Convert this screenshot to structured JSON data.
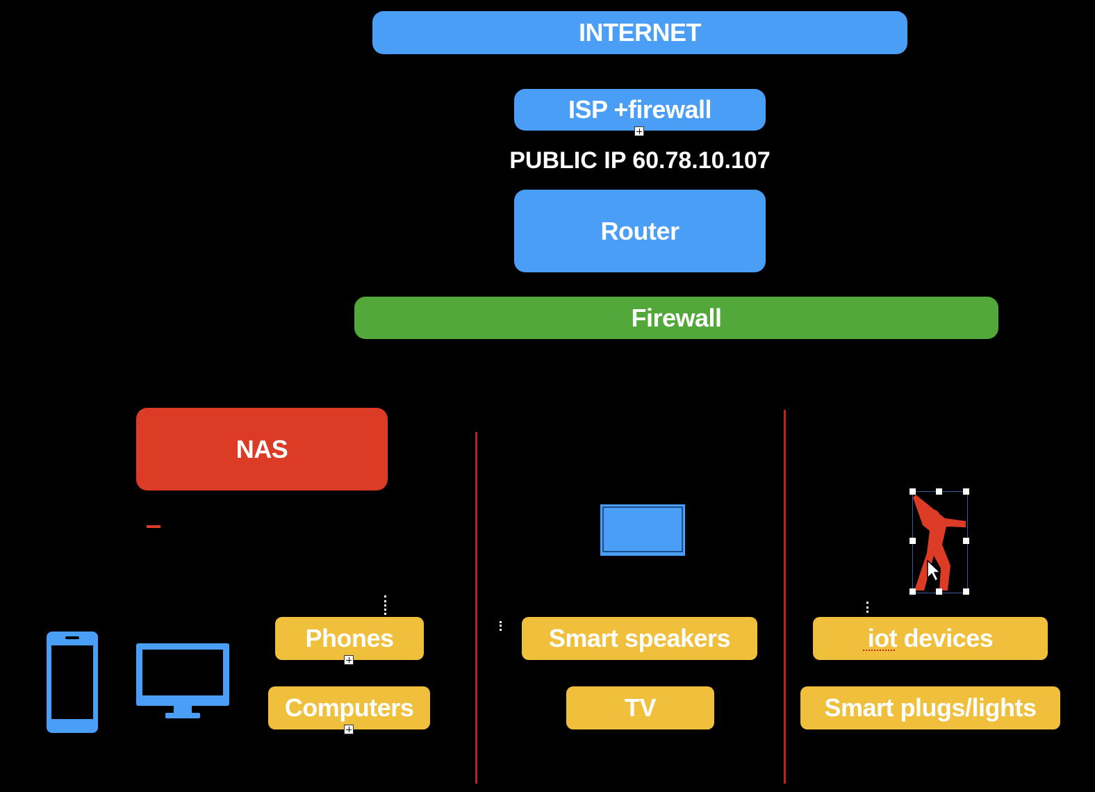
{
  "diagram": {
    "internet": "INTERNET",
    "isp": "ISP +firewall",
    "public_ip": "PUBLIC IP 60.78.10.107",
    "router": "Router",
    "firewall": "Firewall",
    "nas": "NAS",
    "phones": "Phones",
    "computers": "Computers",
    "smart_speakers": "Smart speakers",
    "tv": "TV",
    "iot_devices": "iot devices",
    "smart_plugs": "Smart plugs/lights"
  },
  "colors": {
    "blue": "#4a9ef5",
    "green": "#52a83a",
    "red": "#dc3b26",
    "yellow": "#f0bf3c",
    "divider": "#b8241a"
  },
  "icons": [
    "phone-icon",
    "monitor-icon",
    "tablet-icon",
    "golfer-icon",
    "cursor-icon"
  ]
}
